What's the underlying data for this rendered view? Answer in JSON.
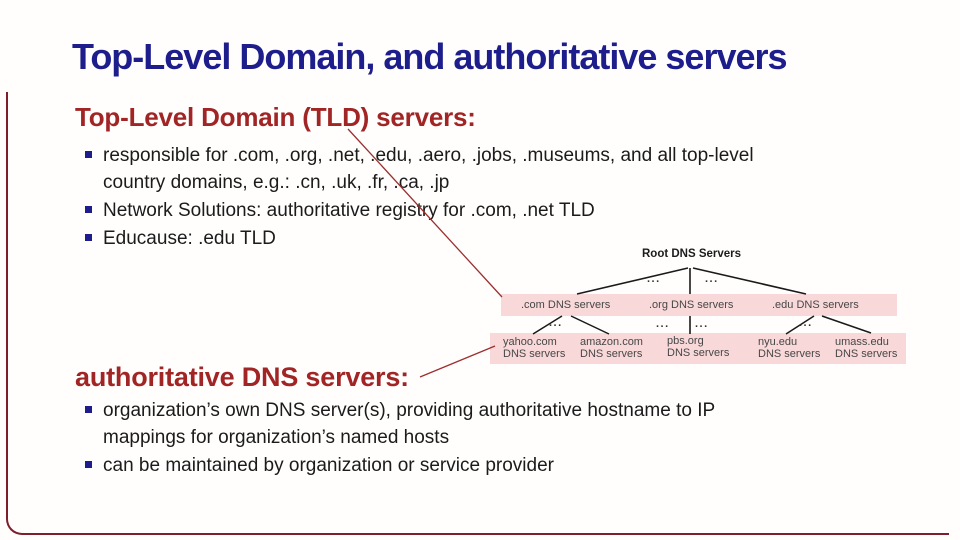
{
  "slide": {
    "title": "Top-Level Domain, and authoritative servers"
  },
  "colors": {
    "title_blue": "#1d1d8c",
    "heading_red": "#a12525",
    "body_text": "#1b1b1b",
    "bullet_navy": "#1d1d8c",
    "frame_maroon": "#7e1e2d",
    "callout_red": "#9c2f2f",
    "band_pink": "#f8d8d8",
    "diagram_text": "#474747",
    "tree_line": "#1a1a1a"
  },
  "sections": [
    {
      "heading": "Top-Level Domain (TLD) servers:",
      "bullets": [
        {
          "lines": [
            "responsible for .com, .org, .net, .edu, .aero, .jobs, .museums, and all top-level",
            "country domains, e.g.: .cn, .uk, .fr, .ca, .jp"
          ]
        },
        {
          "lines": [
            "Network Solutions: authoritative registry for .com, .net TLD"
          ]
        },
        {
          "lines": [
            "Educause: .edu TLD"
          ]
        }
      ]
    },
    {
      "heading": "authoritative DNS servers:",
      "bullets": [
        {
          "lines": [
            "organization’s own DNS server(s), providing authoritative hostname to IP",
            "mappings for organization’s named hosts"
          ]
        },
        {
          "lines": [
            "can be maintained by organization or service provider"
          ]
        }
      ]
    }
  ],
  "diagram": {
    "root_label": "Root DNS Servers",
    "ellipsis": "...",
    "tld_servers": [
      ".com DNS servers",
      ".org DNS servers",
      ".edu DNS servers"
    ],
    "authoritative_servers": [
      {
        "name": "yahoo.com",
        "sub": "DNS servers"
      },
      {
        "name": "amazon.com",
        "sub": "DNS servers"
      },
      {
        "name": "pbs.org",
        "sub": "DNS servers"
      },
      {
        "name": "nyu.edu",
        "sub": "DNS servers"
      },
      {
        "name": "umass.edu",
        "sub": "DNS servers"
      }
    ]
  }
}
